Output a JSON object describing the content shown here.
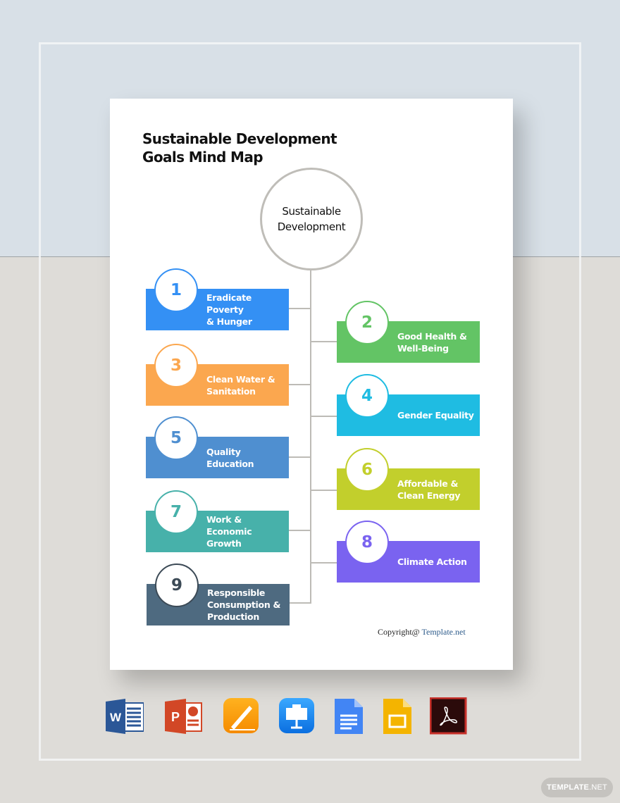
{
  "document": {
    "title_line1": "Sustainable Development",
    "title_line2": "Goals Mind Map",
    "center_line1": "Sustainable",
    "center_line2": "Development",
    "copyright_prefix": "Copyright@ ",
    "copyright_brand": "Template.net"
  },
  "goals": [
    {
      "num": "1",
      "line1": "Eradicate Poverty",
      "line2": "& Hunger",
      "line3": "",
      "color": "#3490f4",
      "side": "left"
    },
    {
      "num": "2",
      "line1": "Good Health &",
      "line2": "Well-Being",
      "line3": "",
      "color": "#63c465",
      "side": "right"
    },
    {
      "num": "3",
      "line1": "Clean Water &",
      "line2": "Sanitation",
      "line3": "",
      "color": "#fba74f",
      "side": "left"
    },
    {
      "num": "4",
      "line1": "Gender Equality",
      "line2": "",
      "line3": "",
      "color": "#1fbce2",
      "side": "right"
    },
    {
      "num": "5",
      "line1": "Quality Education",
      "line2": "",
      "line3": "",
      "color": "#4f8fd0",
      "side": "left"
    },
    {
      "num": "6",
      "line1": "Affordable &",
      "line2": "Clean Energy",
      "line3": "",
      "color": "#c2cf2c",
      "side": "right"
    },
    {
      "num": "7",
      "line1": "Work & Economic",
      "line2": "Growth",
      "line3": "",
      "color": "#47b1aa",
      "side": "left"
    },
    {
      "num": "8",
      "line1": "Climate Action",
      "line2": "",
      "line3": "",
      "color": "#7a63f0",
      "side": "right"
    },
    {
      "num": "9",
      "line1": "Responsible",
      "line2": "Consumption &",
      "line3": "Production",
      "color": "#4e6a80",
      "side": "left"
    }
  ],
  "format_icons": [
    {
      "name": "word-icon",
      "label": "W"
    },
    {
      "name": "powerpoint-icon",
      "label": "P"
    },
    {
      "name": "pages-icon",
      "label": ""
    },
    {
      "name": "keynote-icon",
      "label": ""
    },
    {
      "name": "google-docs-icon",
      "label": ""
    },
    {
      "name": "google-slides-icon",
      "label": ""
    },
    {
      "name": "pdf-icon",
      "label": ""
    }
  ],
  "watermark": {
    "bold": "TEMPLATE",
    "normal": ".NET"
  }
}
